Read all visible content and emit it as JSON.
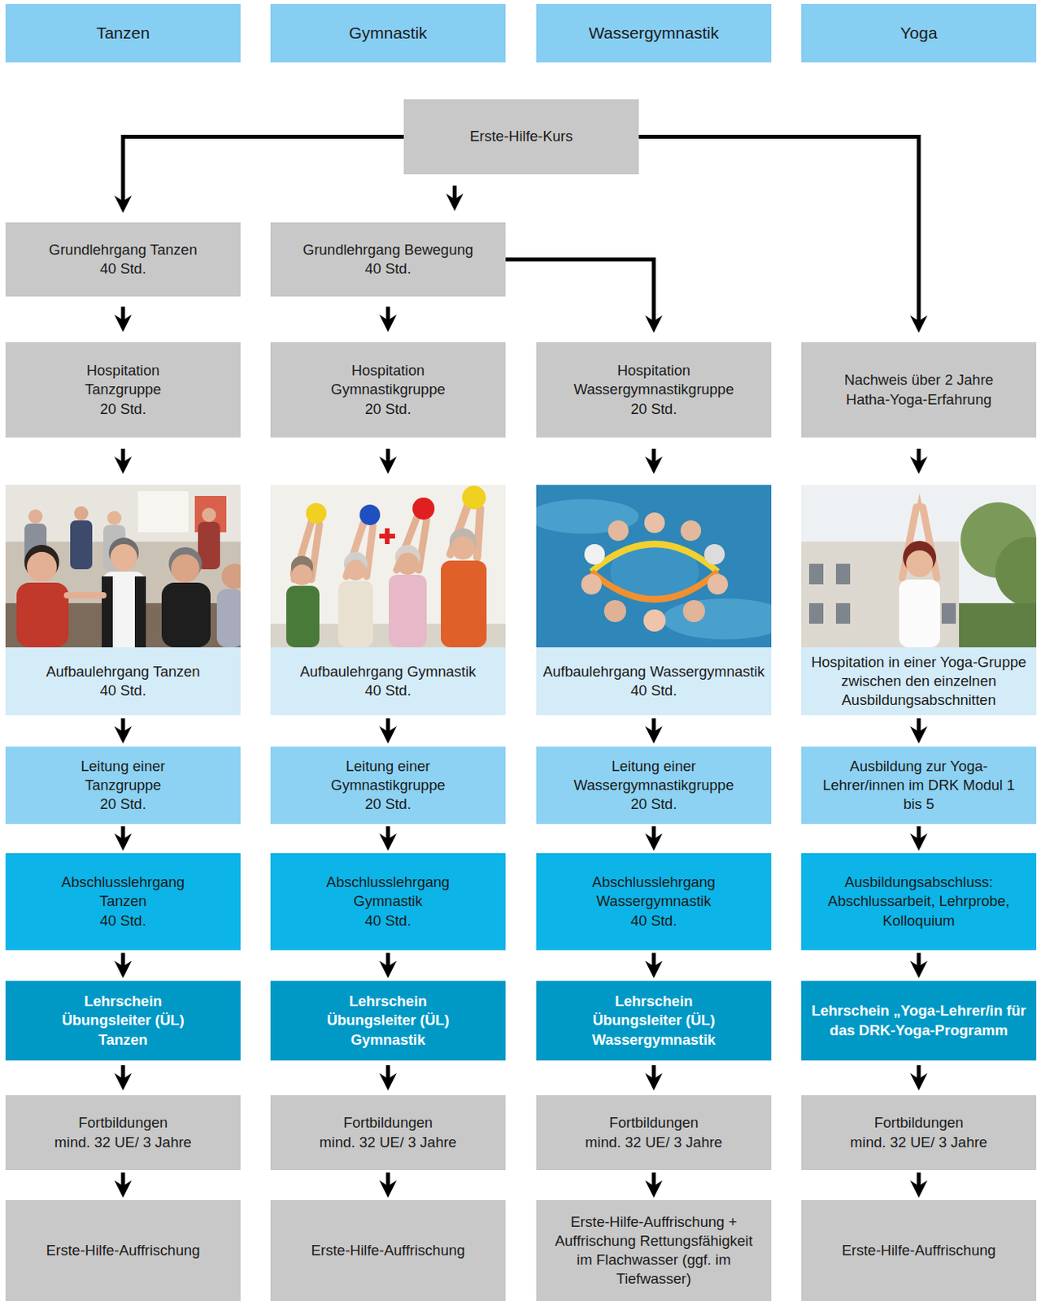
{
  "diagram": {
    "nodes": [
      {
        "text": [
          "Tanzen"
        ]
      },
      {
        "text": [
          "Gymnastik"
        ]
      },
      {
        "text": [
          "Wassergymnastik"
        ]
      },
      {
        "text": [
          "Yoga"
        ]
      },
      {
        "text": [
          "Erste-Hilfe-Kurs"
        ]
      },
      {
        "text": [
          "Grundlehrgang Tanzen",
          "40 Std."
        ]
      },
      {
        "text": [
          "Grundlehrgang Bewegung",
          "40 Std."
        ]
      },
      {
        "text": [
          "Hospitation Tanzgruppe",
          "20 Std."
        ]
      },
      {
        "text": [
          "Hospitation Gymnastikgruppe",
          "20 Std."
        ]
      },
      {
        "text": [
          "Hospitation Wassergymnastikgruppe",
          "20 Std."
        ]
      },
      {
        "text": [
          "Nachweis über 2 Jahre Hatha-Yoga-Erfahrung"
        ]
      },
      {
        "text": [
          "Aufbaulehrgang Tanzen",
          "40 Std."
        ]
      },
      {
        "text": [
          "Aufbaulehrgang Gymnastik",
          "40 Std."
        ]
      },
      {
        "text": [
          "Aufbaulehrgang Wassergymnastik 40 Std."
        ]
      },
      {
        "text": [
          "Hospitation in einer Yoga-Gruppe zwischen den einzelnen Ausbildungsabschnitten"
        ]
      },
      {
        "text": [
          "Leitung einer Tanzgruppe",
          "20 Std."
        ]
      },
      {
        "text": [
          "Leitung einer Gymnastikgruppe",
          "20 Std."
        ]
      },
      {
        "text": [
          "Leitung einer Wassergymnastikgruppe",
          "20 Std."
        ]
      },
      {
        "text": [
          "Ausbildung zur Yoga-Lehrer/innen im DRK Modul 1 bis 5"
        ]
      },
      {
        "text": [
          "Abschlusslehrgang Tanzen",
          "40 Std."
        ]
      },
      {
        "text": [
          "Abschlusslehrgang Gymnastik",
          "40 Std."
        ]
      },
      {
        "text": [
          "Abschlusslehrgang Wassergymnastik",
          "40 Std."
        ]
      },
      {
        "text": [
          "Ausbildungsabschluss: Abschlussarbeit, Lehrprobe, Kolloquium"
        ]
      },
      {
        "text": [
          "Lehrschein Übungsleiter (ÜL) Tanzen"
        ]
      },
      {
        "text": [
          "Lehrschein Übungsleiter (ÜL) Gymnastik"
        ]
      },
      {
        "text": [
          "Lehrschein Übungsleiter (ÜL) Wassergymnastik"
        ]
      },
      {
        "text": [
          "Lehrschein „Yoga-Lehrer/in für das DRK-Yoga-Programm"
        ]
      },
      {
        "text": [
          "Fortbildungen",
          "mind. 32 UE/ 3 Jahre"
        ]
      },
      {
        "text": [
          "Fortbildungen",
          "mind. 32 UE/ 3 Jahre"
        ]
      },
      {
        "text": [
          "Fortbildungen",
          "mind. 32 UE/ 3 Jahre"
        ]
      },
      {
        "text": [
          "Fortbildungen",
          "mind. 32 UE/ 3 Jahre"
        ]
      },
      {
        "text": [
          "Erste-Hilfe-Auffrischung"
        ]
      },
      {
        "text": [
          "Erste-Hilfe-Auffrischung"
        ]
      },
      {
        "text": [
          "Erste-Hilfe-Auffrischung + Auffrischung Rettungsfähigkeit im Flachwasser (ggf. im Tiefwasser)"
        ]
      },
      {
        "text": [
          "Erste-Hilfe-Auffrischung"
        ]
      }
    ],
    "edges": [
      {
        "from": 4,
        "to": 5,
        "arrow": "to"
      },
      {
        "from": 4,
        "to": 6,
        "arrow": "to"
      },
      {
        "from": 4,
        "to": 10,
        "arrow": "to"
      },
      {
        "from": 6,
        "to": 9,
        "arrow": "to"
      },
      {
        "from": 5,
        "to": 7,
        "arrow": "to"
      },
      {
        "from": 7,
        "to": 11,
        "arrow": "to"
      },
      {
        "from": 11,
        "to": 15,
        "arrow": "to"
      },
      {
        "from": 15,
        "to": 19,
        "arrow": "to"
      },
      {
        "from": 19,
        "to": 23,
        "arrow": "to"
      },
      {
        "from": 23,
        "to": 27,
        "arrow": "to"
      },
      {
        "from": 27,
        "to": 31,
        "arrow": "to"
      },
      {
        "from": 6,
        "to": 8,
        "arrow": "to"
      },
      {
        "from": 8,
        "to": 12,
        "arrow": "to"
      },
      {
        "from": 12,
        "to": 16,
        "arrow": "to"
      },
      {
        "from": 16,
        "to": 20,
        "arrow": "to"
      },
      {
        "from": 20,
        "to": 24,
        "arrow": "to"
      },
      {
        "from": 24,
        "to": 28,
        "arrow": "to"
      },
      {
        "from": 28,
        "to": 32,
        "arrow": "to"
      },
      {
        "from": 9,
        "to": 13,
        "arrow": "to"
      },
      {
        "from": 13,
        "to": 17,
        "arrow": "to"
      },
      {
        "from": 17,
        "to": 21,
        "arrow": "to"
      },
      {
        "from": 21,
        "to": 25,
        "arrow": "to"
      },
      {
        "from": 25,
        "to": 29,
        "arrow": "to"
      },
      {
        "from": 29,
        "to": 33,
        "arrow": "to"
      },
      {
        "from": 10,
        "to": 14,
        "arrow": "to"
      },
      {
        "from": 14,
        "to": 18,
        "arrow": "to"
      },
      {
        "from": 18,
        "to": 22,
        "arrow": "to"
      },
      {
        "from": 22,
        "to": 26,
        "arrow": "to"
      },
      {
        "from": 26,
        "to": 30,
        "arrow": "to"
      },
      {
        "from": 30,
        "to": 34,
        "arrow": "to"
      }
    ]
  }
}
